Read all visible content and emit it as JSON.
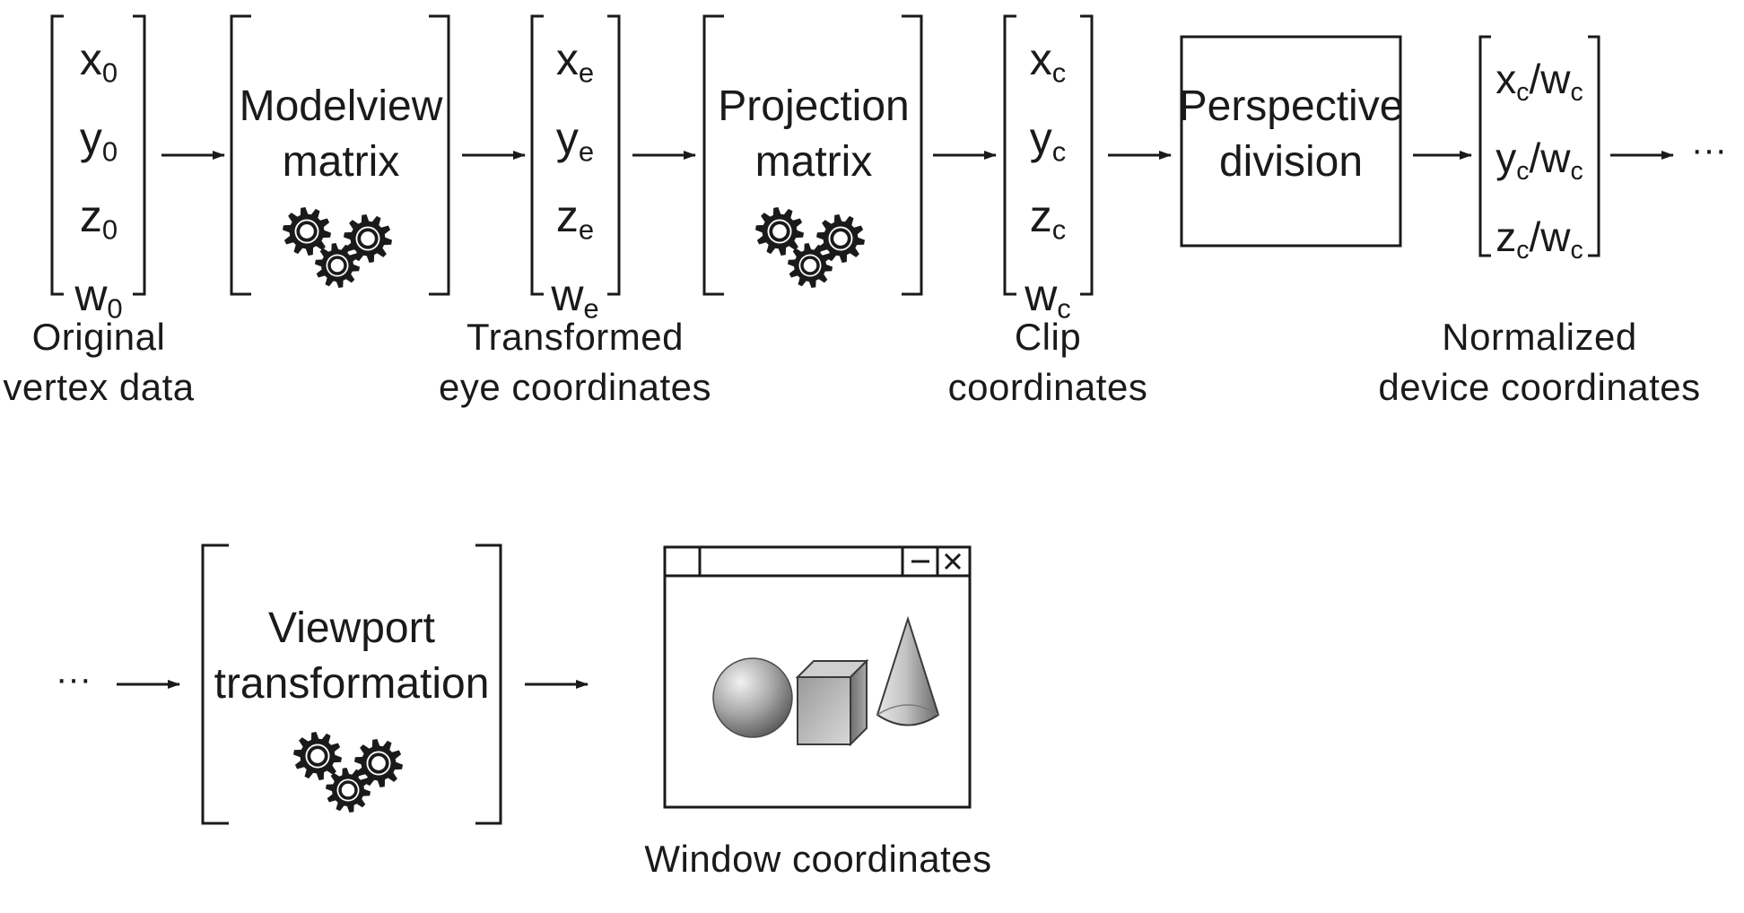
{
  "stages": {
    "original_vertex": {
      "rows": [
        {
          "base": "x",
          "sub": "0"
        },
        {
          "base": "y",
          "sub": "0"
        },
        {
          "base": "z",
          "sub": "0"
        },
        {
          "base": "w",
          "sub": "0"
        }
      ],
      "caption": [
        "Original",
        "vertex data"
      ]
    },
    "modelview": {
      "label": [
        "Modelview",
        "matrix"
      ],
      "icon": "gears-icon"
    },
    "eye": {
      "rows": [
        {
          "base": "x",
          "sub": "e"
        },
        {
          "base": "y",
          "sub": "e"
        },
        {
          "base": "z",
          "sub": "e"
        },
        {
          "base": "w",
          "sub": "e"
        }
      ],
      "caption": [
        "Transformed",
        "eye coordinates"
      ]
    },
    "projection": {
      "label": [
        "Projection",
        "matrix"
      ],
      "icon": "gears-icon"
    },
    "clip": {
      "rows": [
        {
          "base": "x",
          "sub": "c"
        },
        {
          "base": "y",
          "sub": "c"
        },
        {
          "base": "z",
          "sub": "c"
        },
        {
          "base": "w",
          "sub": "c"
        }
      ],
      "caption": [
        "Clip",
        "coordinates"
      ]
    },
    "perspective": {
      "label": [
        "Perspective",
        "division"
      ]
    },
    "ndc": {
      "rows": [
        {
          "base": "x",
          "sub": "c",
          "tail": "/w",
          "sub2": "c"
        },
        {
          "base": "y",
          "sub": "c",
          "tail": "/w",
          "sub2": "c"
        },
        {
          "base": "z",
          "sub": "c",
          "tail": "/w",
          "sub2": "c"
        }
      ],
      "caption": [
        "Normalized",
        "device coordinates"
      ]
    },
    "viewport": {
      "label": [
        "Viewport",
        "transformation"
      ],
      "icon": "gears-icon"
    },
    "window": {
      "caption": "Window coordinates",
      "shapes": [
        "sphere",
        "cube",
        "cone"
      ]
    }
  },
  "continuation": "···"
}
